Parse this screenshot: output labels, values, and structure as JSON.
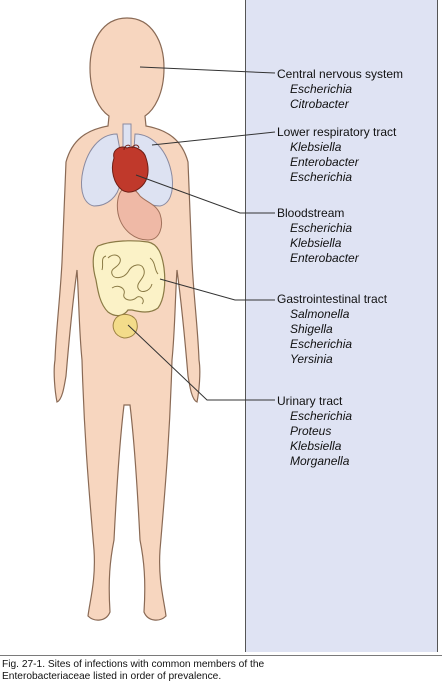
{
  "sites": [
    {
      "name": "Central nervous system",
      "organisms": [
        "Escherichia",
        "Citrobacter"
      ]
    },
    {
      "name": "Lower respiratory tract",
      "organisms": [
        "Klebsiella",
        "Enterobacter",
        "Escherichia"
      ]
    },
    {
      "name": "Bloodstream",
      "organisms": [
        "Escherichia",
        "Klebsiella",
        "Enterobacter"
      ]
    },
    {
      "name": "Gastrointestinal tract",
      "organisms": [
        "Salmonella",
        "Shigella",
        "Escherichia",
        "Yersinia"
      ]
    },
    {
      "name": "Urinary tract",
      "organisms": [
        "Escherichia",
        "Proteus",
        "Klebsiella",
        "Morganella"
      ]
    }
  ],
  "caption": {
    "line1": "Fig. 27-1. Sites of infections with common members of the",
    "line2": "Enterobacteriaceae listed in order of prevalence."
  },
  "colors": {
    "skin": "#f7d6bf",
    "lungs": "#dde2f2",
    "heart": "#c0392b",
    "stomach": "#efb9a6",
    "intestine": "#fbf2c7",
    "bladder": "#f3dc8a",
    "panel": "#dfe3f3"
  }
}
